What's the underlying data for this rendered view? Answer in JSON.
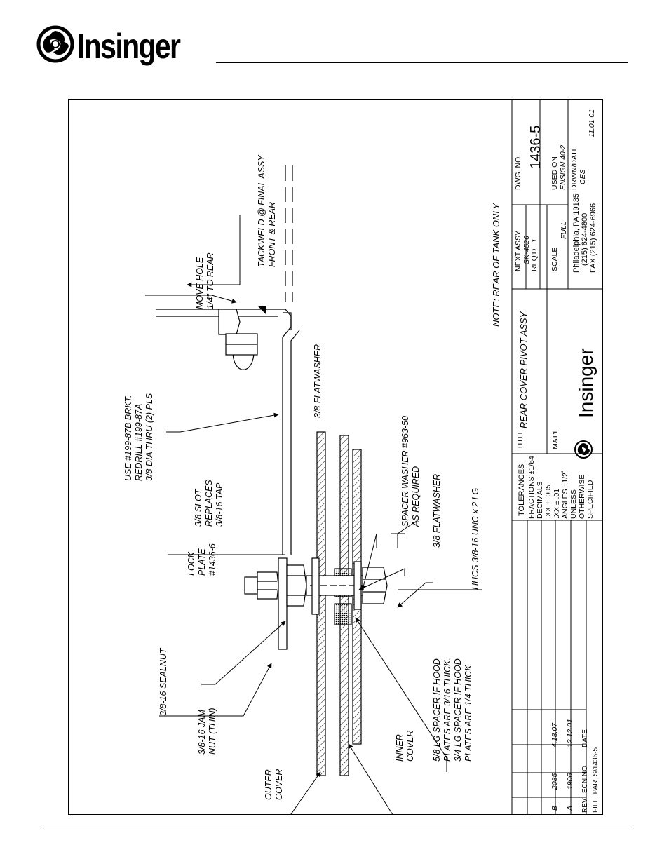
{
  "brand": {
    "name": "Insinger"
  },
  "callouts": {
    "move_hole_1": "MOVE HOLE",
    "move_hole_2": "1/4\" TO REAR",
    "tackweld_1": "TACKWELD @ FINAL ASSY",
    "tackweld_2": "FRONT & REAR",
    "use_bracket_1": "USE #199-87B BRKT.",
    "use_bracket_2": "REDRILL #199-87A",
    "use_bracket_3": "3/8 DIA THRU (2) PLS",
    "flatwasher_top": "3/8 FLATWASHER",
    "slot_1": "3/8 SLOT",
    "slot_2": "REPLACES",
    "slot_3": "3/8-16 TAP",
    "lock_plate_1": "LOCK",
    "lock_plate_2": "PLATE",
    "lock_plate_3": "#1436-6",
    "spacer_washer_1": "SPACER WASHER #963-50",
    "spacer_washer_2": "AS REQUIRED",
    "flatwasher_bottom": "3/8 FLATWASHER",
    "hhcs": "HHCS 3/8-16 UNC x 2 LG",
    "sealnut": "3/8-16 SEALNUT",
    "jam_nut_1": "3/8-16 JAM",
    "jam_nut_2": "NUT (THIN)",
    "outer_cover_1": "OUTER",
    "outer_cover_2": "COVER",
    "inner_cover_1": "INNER",
    "inner_cover_2": "COVER",
    "spacer_note_1": "5/8 LG SPACER IF HOOD",
    "spacer_note_2": "PLATES ARE 3/16 THICK.",
    "spacer_note_3": "3/4 LG SPACER IF HOOD",
    "spacer_note_4": "PLATES ARE 1/4 THICK",
    "note": "NOTE: REAR OF TANK ONLY"
  },
  "title_block": {
    "tolerances_heading": "TOLERANCES",
    "tol_fractions": "FRACTIONS ±1/64",
    "tol_decimals": "DECIMALS",
    "tol_xxx": ".XX  ± .005",
    "tol_xx": ".XX  ± .01",
    "tol_angles": "ANGLES ±1/2˚",
    "tol_unless": "UNLESS",
    "tol_otherwise": "OTHERWISE",
    "tol_specified": "SPECIFIED",
    "title_label": "TITLE",
    "title_value": "REAR COVER PIVOT ASSY",
    "matl_label": "MAT'L",
    "company": "Insinger",
    "address": "Philadelphia, PA 19135",
    "phone": "(215) 624-4800",
    "fax": "FAX (215) 624-6966",
    "next_assy_label": "NEXT ASSY",
    "next_assy_value": "SK-4526",
    "reqd_label": "REQ'D",
    "reqd_value": "1",
    "scale_label": "SCALE",
    "scale_value": "FULL",
    "dwg_no_label": "DWG. NO.",
    "dwg_no_value": "1436-5",
    "used_on_label": "USED ON",
    "used_on_value": "ENSIGN 40-2",
    "drwn_label": "DRWN/DATE",
    "drwn_value": "CES",
    "drwn_date": "11.01.01",
    "rev_label": "REV",
    "ecn_label": "ECN NO",
    "date_label": "DATE",
    "rev_rows": [
      {
        "rev": "B",
        "ecn": "2085",
        "date": "4.18.07"
      },
      {
        "rev": "A",
        "ecn": "1906",
        "date": "12.12.01"
      }
    ],
    "file": "FILE: PARTS\\1436-5"
  }
}
